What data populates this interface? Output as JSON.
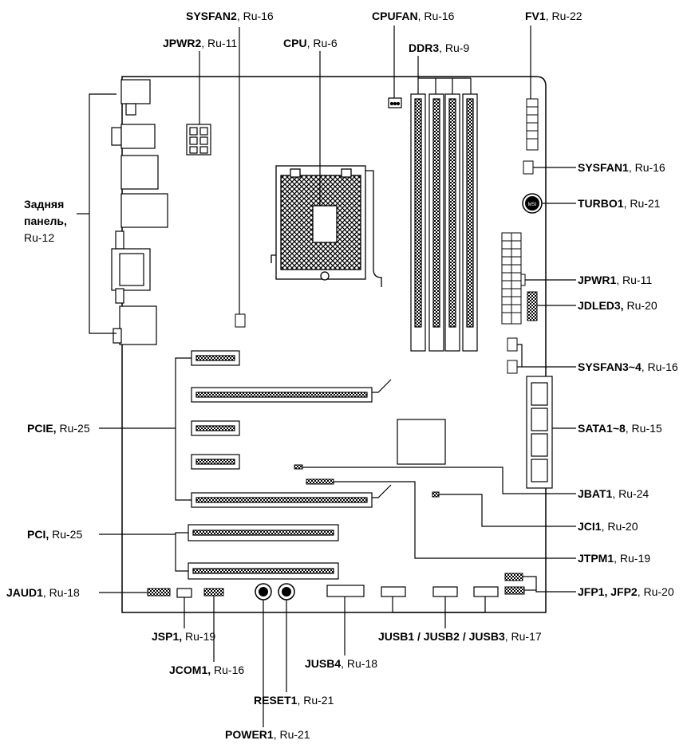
{
  "labels": {
    "sysfan2": {
      "name": "SYSFAN2",
      "ref": ", Ru-16"
    },
    "cpufan": {
      "name": "CPUFAN",
      "ref": ", Ru-16"
    },
    "fv1": {
      "name": "FV1",
      "ref": ", Ru-22"
    },
    "jpwr2": {
      "name": "JPWR2",
      "ref": ", Ru-11"
    },
    "cpu": {
      "name": "CPU",
      "ref": ", Ru-6"
    },
    "ddr3": {
      "name": "DDR3",
      "ref": ", Ru-9"
    },
    "sysfan1": {
      "name": "SYSFAN1",
      "ref": ", Ru-16"
    },
    "turbo1": {
      "name": "TURBO1",
      "ref": ", Ru-21"
    },
    "rear_panel": {
      "line1": "Задняя",
      "line2": "панель,",
      "ref": "Ru-12"
    },
    "jpwr1": {
      "name": "JPWR1",
      "ref": ", Ru-11"
    },
    "jdled3": {
      "name": "JDLED3,",
      "ref": " Ru-20"
    },
    "sysfan34": {
      "name": "SYSFAN3~4",
      "ref": ", Ru-16"
    },
    "pcie": {
      "name": "PCIE,",
      "ref": " Ru-25"
    },
    "sata": {
      "name": "SATA1~8",
      "ref": ", Ru-15"
    },
    "jbat1": {
      "name": "JBAT1",
      "ref": ", Ru-24"
    },
    "jci1": {
      "name": "JCI1",
      "ref": ", Ru-20"
    },
    "pci": {
      "name": "PCI,",
      "ref": " Ru-25"
    },
    "jtpm1": {
      "name": "JTPM1",
      "ref": ", Ru-19"
    },
    "jaud1": {
      "name": "JAUD1",
      "ref": ", Ru-18"
    },
    "jfp": {
      "name": "JFP1, JFP2",
      "ref": ", Ru-20"
    },
    "jsp1": {
      "name": "JSP1,",
      "ref": " Ru-19"
    },
    "jusb123": {
      "name": "JUSB1 / JUSB2 / JUSB3",
      "ref": ", Ru-17"
    },
    "jcom1": {
      "name": "JCOM1,",
      "ref": " Ru-16"
    },
    "jusb4": {
      "name": "JUSB4",
      "ref": ", Ru-18"
    },
    "reset1": {
      "name": "RESET1",
      "ref": ", Ru-21"
    },
    "power1": {
      "name": "POWER1",
      "ref": ", Ru-21"
    }
  },
  "turbo_button_text": "MSI"
}
